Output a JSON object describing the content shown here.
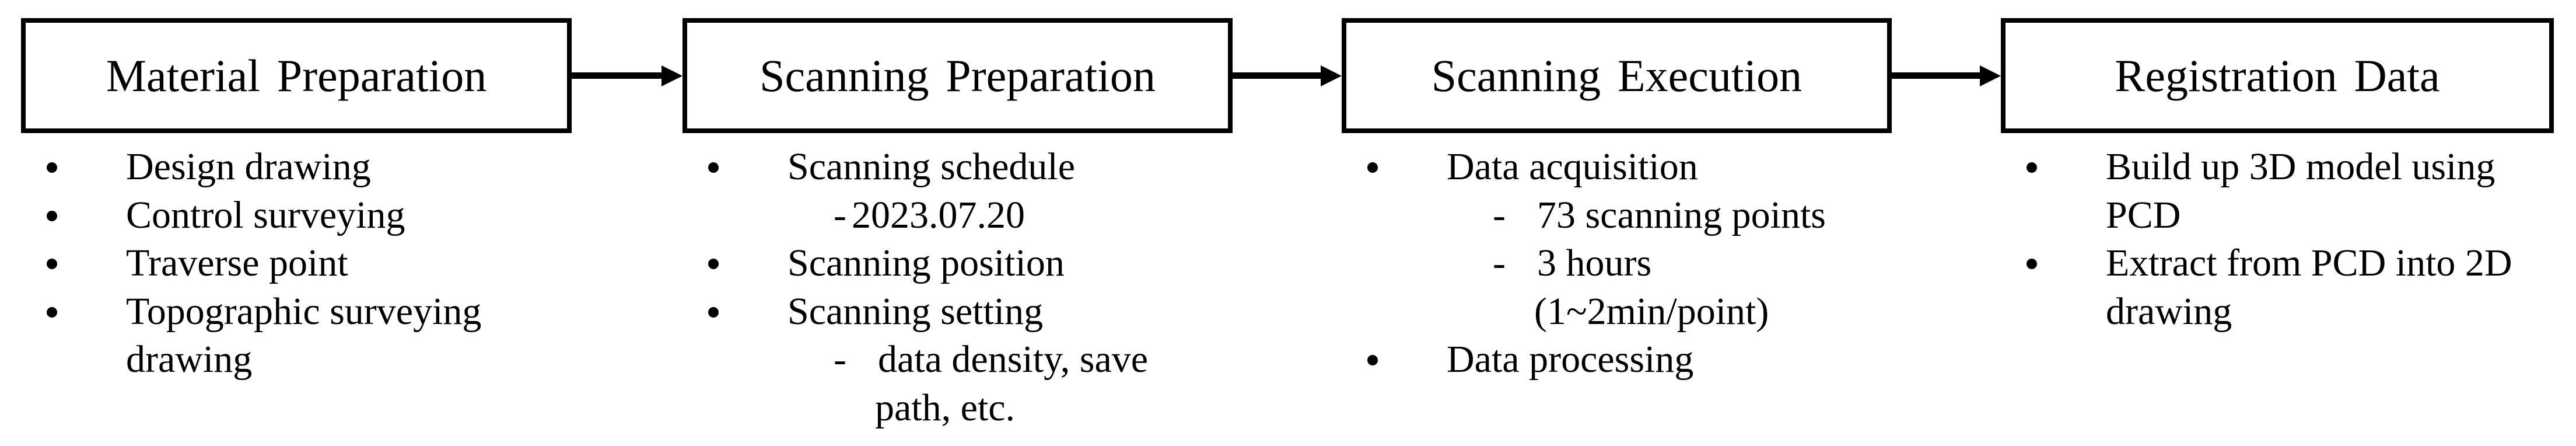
{
  "figure_type": "flowchart",
  "colors": {
    "background": "#ffffff",
    "line": "#000000",
    "text": "#000000"
  },
  "markers": {
    "bullet": "•",
    "dash": "-"
  },
  "stages": [
    {
      "title": "Material Preparation",
      "items": [
        {
          "level": "bullet",
          "text": "Design drawing"
        },
        {
          "level": "bullet",
          "text": "Control surveying"
        },
        {
          "level": "bullet",
          "text": "Traverse point"
        },
        {
          "level": "bullet",
          "text": "Topographic surveying"
        },
        {
          "level": "wrap",
          "text": "drawing"
        }
      ]
    },
    {
      "title": "Scanning Preparation",
      "items": [
        {
          "level": "bullet",
          "text": "Scanning schedule"
        },
        {
          "level": "dash-close",
          "text": "2023.07.20"
        },
        {
          "level": "bullet",
          "text": "Scanning position"
        },
        {
          "level": "bullet",
          "text": "Scanning setting"
        },
        {
          "level": "dash-tab",
          "text": "data density, save"
        },
        {
          "level": "wrap-sub",
          "text": "path, etc."
        }
      ]
    },
    {
      "title": "Scanning Execution",
      "items": [
        {
          "level": "bullet",
          "text": "Data acquisition"
        },
        {
          "level": "dash-tab",
          "text": "73 scanning points"
        },
        {
          "level": "dash-tab",
          "text": "3 hours"
        },
        {
          "level": "wrap-sub",
          "text": "(1~2min/point)"
        },
        {
          "level": "bullet",
          "text": "Data processing"
        }
      ]
    },
    {
      "title": "Registration Data",
      "items": [
        {
          "level": "bullet",
          "text": "Build up 3D model using"
        },
        {
          "level": "wrap",
          "text": "PCD"
        },
        {
          "level": "bullet",
          "text": "Extract from PCD into 2D"
        },
        {
          "level": "wrap",
          "text": "drawing"
        }
      ]
    }
  ],
  "connectors": [
    {
      "from": "Material Preparation",
      "to": "Scanning Preparation"
    },
    {
      "from": "Scanning Preparation",
      "to": "Scanning Execution"
    },
    {
      "from": "Scanning Execution",
      "to": "Registration Data"
    }
  ]
}
